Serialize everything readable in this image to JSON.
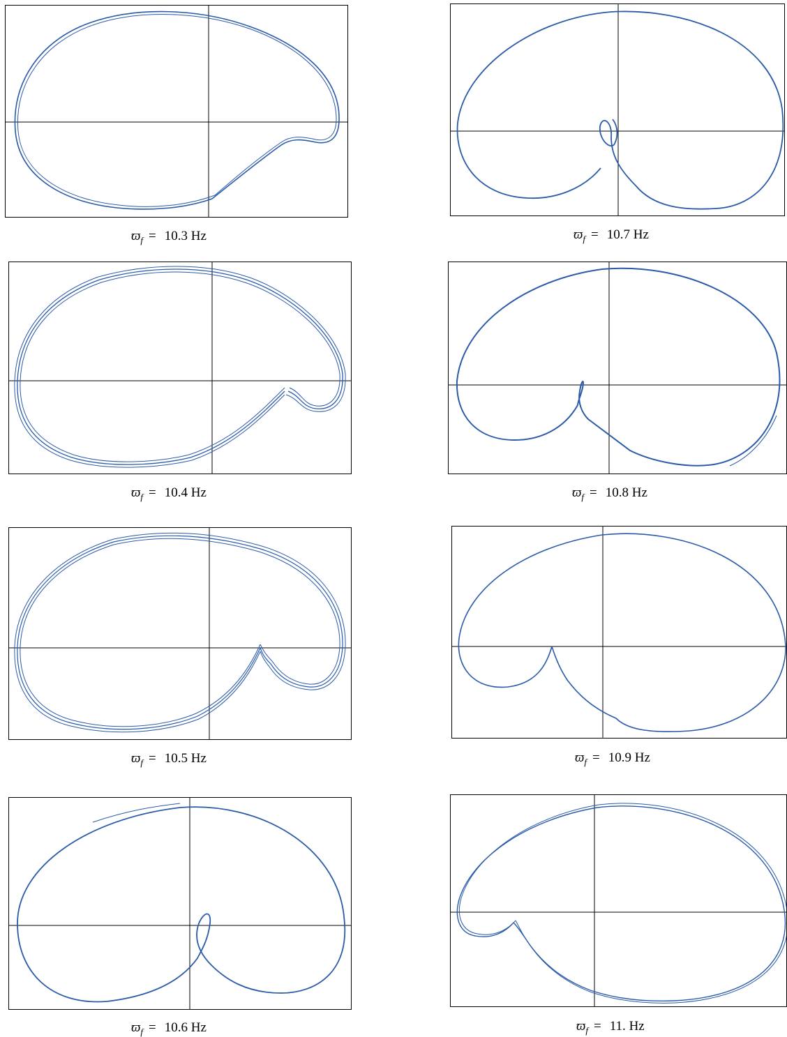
{
  "figure": {
    "line_color": "#2a5aa8",
    "axis_color": "#000000",
    "caption_symbol": "ϖ",
    "caption_subscript": "f",
    "caption_equals": "=",
    "caption_unit": "Hz"
  },
  "chart_data": [
    {
      "type": "line",
      "id": "p1",
      "frequency": "10.3",
      "shape": "kidney",
      "loop": "none",
      "strands": 2
    },
    {
      "type": "line",
      "id": "p2",
      "frequency": "10.7",
      "shape": "heart",
      "loop": "loop",
      "strands": 1
    },
    {
      "type": "line",
      "id": "p3",
      "frequency": "10.4",
      "shape": "kidney",
      "loop": "none",
      "strands": 3
    },
    {
      "type": "line",
      "id": "p4",
      "frequency": "10.8",
      "shape": "heart",
      "loop": "small-loop",
      "strands": 1
    },
    {
      "type": "line",
      "id": "p5",
      "frequency": "10.5",
      "shape": "kidney",
      "loop": "cusp",
      "strands": 3
    },
    {
      "type": "line",
      "id": "p6",
      "frequency": "10.9",
      "shape": "heart",
      "loop": "cusp",
      "strands": 1
    },
    {
      "type": "line",
      "id": "p7",
      "frequency": "10.6",
      "shape": "heart",
      "loop": "loop",
      "strands": 1
    },
    {
      "type": "line",
      "id": "p8",
      "frequency": "11.",
      "shape": "heart",
      "loop": "notch",
      "strands": 2
    }
  ]
}
